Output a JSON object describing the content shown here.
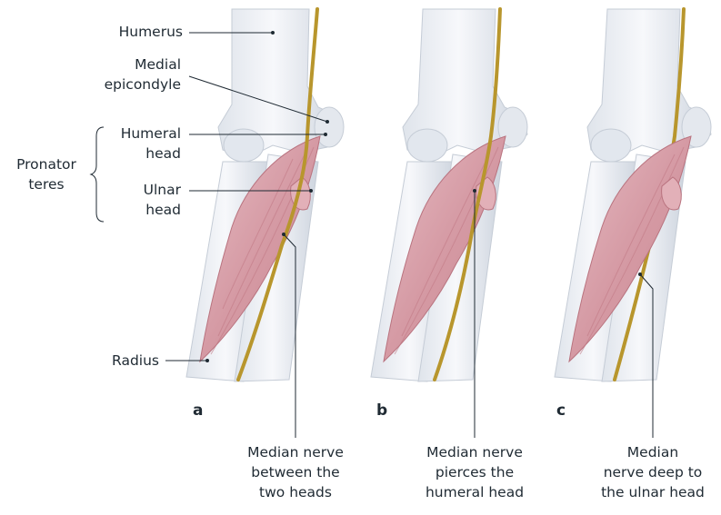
{
  "labels": {
    "humerus": "Humerus",
    "medial_epicondyle": [
      "Medial",
      "epicondyle"
    ],
    "humeral_head": [
      "Humeral",
      "head"
    ],
    "ulnar_head": [
      "Ulnar",
      "head"
    ],
    "pronator_teres": [
      "Pronator",
      "teres"
    ],
    "radius": "Radius"
  },
  "panels": [
    {
      "letter": "a",
      "caption": [
        "Median nerve",
        "between the",
        "two heads"
      ]
    },
    {
      "letter": "b",
      "caption": [
        "Median nerve",
        "pierces the",
        "humeral head"
      ]
    },
    {
      "letter": "c",
      "caption": [
        "Median",
        "nerve deep to",
        "the ulnar head"
      ]
    }
  ],
  "colors": {
    "bone": "#eef1f5",
    "bone_shadow": "#c9d0da",
    "muscle": "#d9a2ab",
    "muscle_fiber": "#b9737f",
    "nerve": "#b8962d",
    "leader": "#1f2a33"
  }
}
